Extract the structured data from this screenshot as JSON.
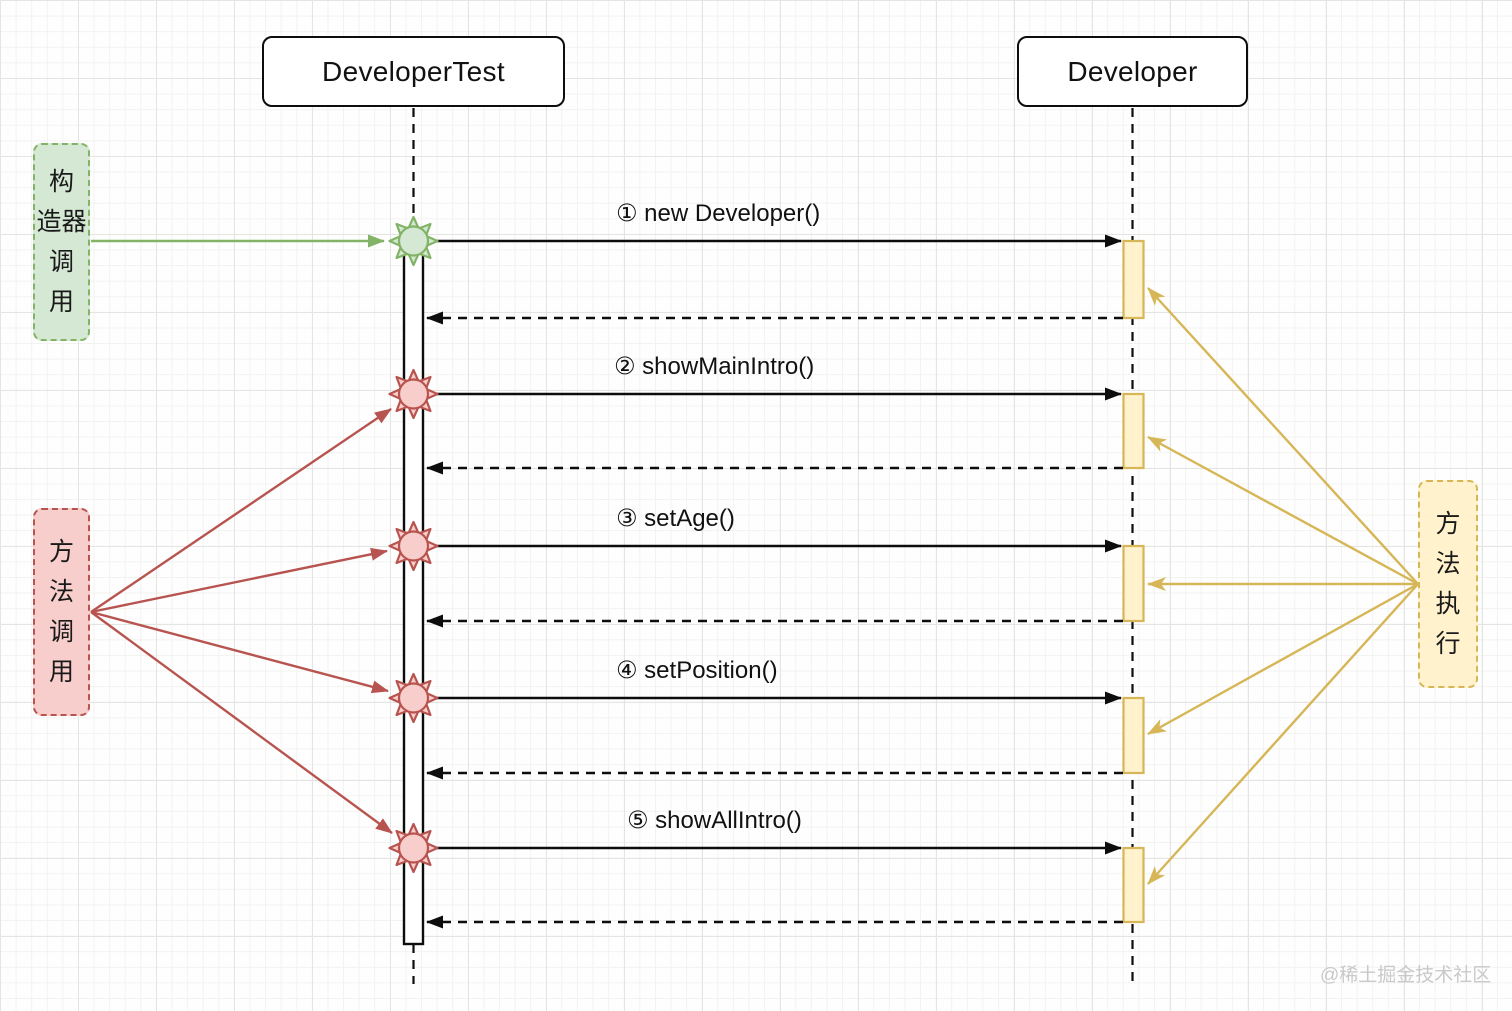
{
  "participants": [
    {
      "name": "DeveloperTest"
    },
    {
      "name": "Developer"
    }
  ],
  "messages": [
    {
      "label": "① new Developer()"
    },
    {
      "label": "② showMainIntro()"
    },
    {
      "label": "③ setAge()"
    },
    {
      "label": "④ setPosition()"
    },
    {
      "label": "⑤ showAllIntro()"
    }
  ],
  "annotations": {
    "constructor_call": {
      "label": "构造器调用",
      "lines": [
        "构",
        "造器",
        "调",
        "用"
      ]
    },
    "method_call": {
      "label": "方法调用",
      "lines": [
        "方",
        "法",
        "调",
        "用"
      ]
    },
    "method_execution": {
      "label": "方法执行",
      "lines": [
        "方",
        "法",
        "执",
        "行"
      ]
    }
  },
  "watermark": "@稀土掘金技术社区",
  "colors": {
    "constructor_accent": "#82b366",
    "constructor_fill": "#d5e8d4",
    "method_call_accent": "#b85450",
    "method_call_fill": "#f8cecc",
    "execution_accent": "#d6b656",
    "execution_fill": "#fff2cc",
    "message_line": "#000000",
    "watermark_text": "#c9c9c9"
  }
}
